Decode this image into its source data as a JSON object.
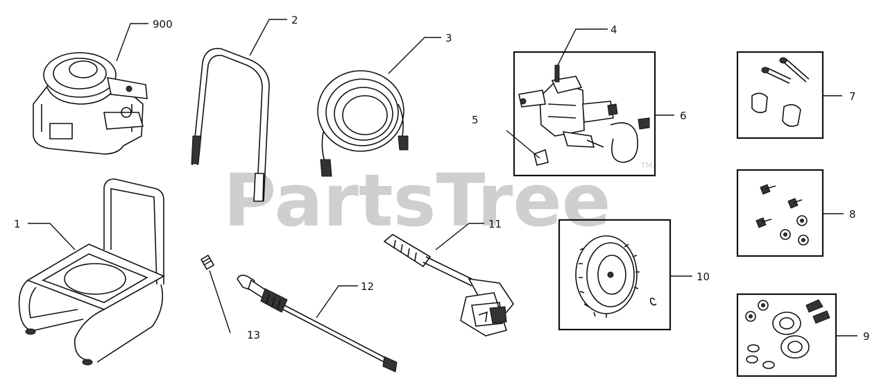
{
  "watermark": {
    "text": "PartsTree",
    "trademark": "TM"
  },
  "labels": {
    "engine": "900",
    "frame": "1",
    "handle": "2",
    "hose": "3",
    "pump_top": "4",
    "pump_left": "5",
    "pump_assembly": "6",
    "kit_7": "7",
    "kit_8": "8",
    "kit_9": "9",
    "wheel": "10",
    "spray_gun": "11",
    "wand": "12",
    "nozzle": "13"
  }
}
